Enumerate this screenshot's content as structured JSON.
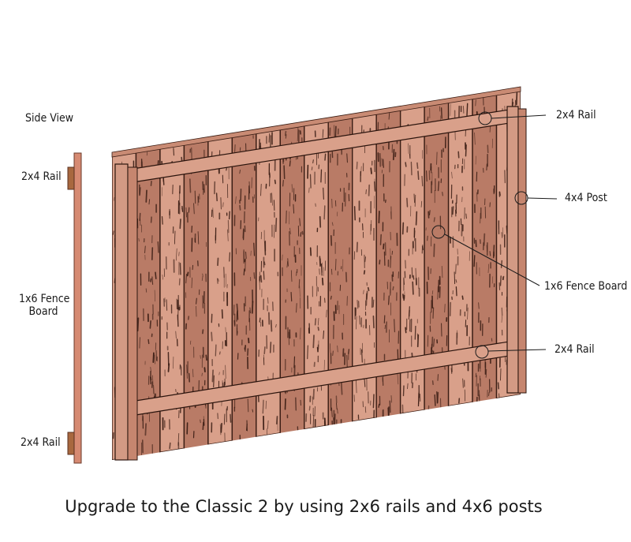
{
  "side_view": {
    "title": "Side View",
    "top_rail": "2x4 Rail",
    "board_line1": "1x6 Fence",
    "board_line2": "Board",
    "bottom_rail": "2x4 Rail"
  },
  "callouts": {
    "top_rail": "2x4 Rail",
    "post": "4x4 Post",
    "board": "1x6 Fence Board",
    "bottom_rail": "2x4 Rail"
  },
  "caption": "Upgrade to the Classic 2 by using 2x6 rails and 4x6 posts",
  "colors": {
    "wood": "#d9a08a",
    "wood_dark": "#b97b66",
    "grain": "#3a1d14",
    "side_board": "#d68a72",
    "side_rail": "#a8683f"
  }
}
